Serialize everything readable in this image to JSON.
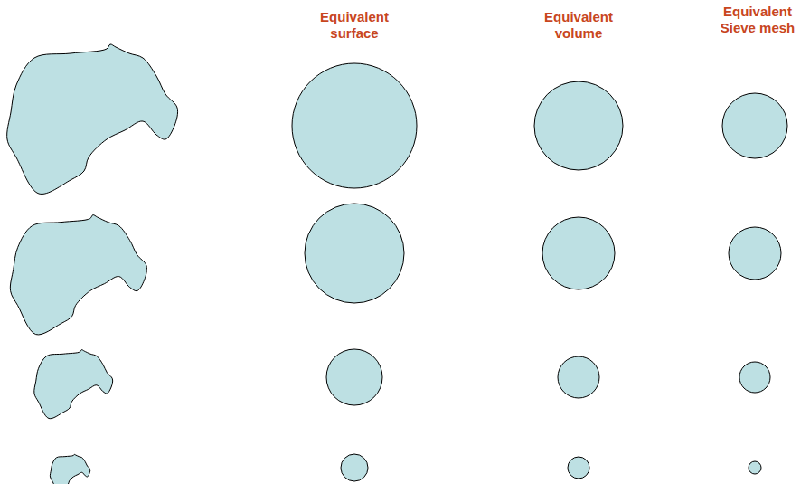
{
  "diagram": {
    "labels": [
      "Equivalent surface",
      "Equivalent volume",
      "Equivalent Sieve mesh"
    ]
  }
}
